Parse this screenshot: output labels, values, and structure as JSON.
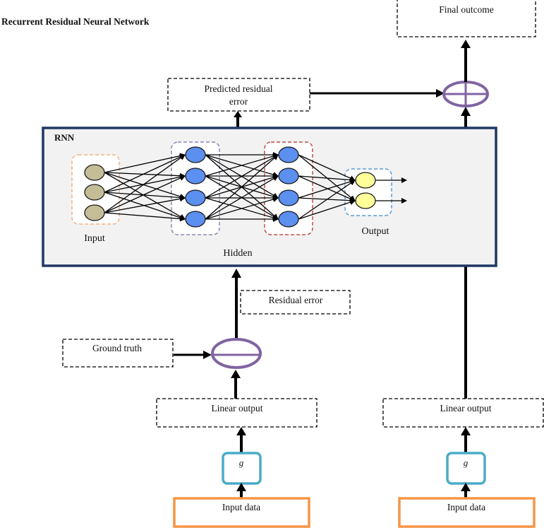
{
  "title": "Recurrent Residual Neural Network",
  "colors": {
    "operator": "#8064a2",
    "rnn_border": "#1f3864",
    "rnn_fill": "#f2f2f2",
    "input_node": "#c4bd97",
    "hidden_node": "#5b8ff0",
    "output_node": "#ffff99",
    "input_group": "#f4b183",
    "hidden1_group": "#8e86b8",
    "hidden2_group": "#c0504d",
    "output_group": "#5b9bd5",
    "g_box": "#4bacc6",
    "input_data_box": "#f79646"
  },
  "boxes": {
    "final_outcome": "Final outcome",
    "predicted_residual_error_line1": "Predicted residual",
    "predicted_residual_error_line2": "error",
    "residual_error": "Residual error",
    "ground_truth": "Ground truth",
    "linear_output_left": "Linear output",
    "linear_output_right": "Linear output",
    "g_left": "g",
    "g_right": "g",
    "input_data_left": "Input data",
    "input_data_right": "Input data"
  },
  "rnn": {
    "title": "RNN",
    "layers": {
      "input": "Input",
      "hidden": "Hidden",
      "output": "Output"
    },
    "node_counts": [
      3,
      4,
      4,
      2
    ]
  },
  "operators": {
    "add": "plus",
    "subtract": "minus"
  }
}
